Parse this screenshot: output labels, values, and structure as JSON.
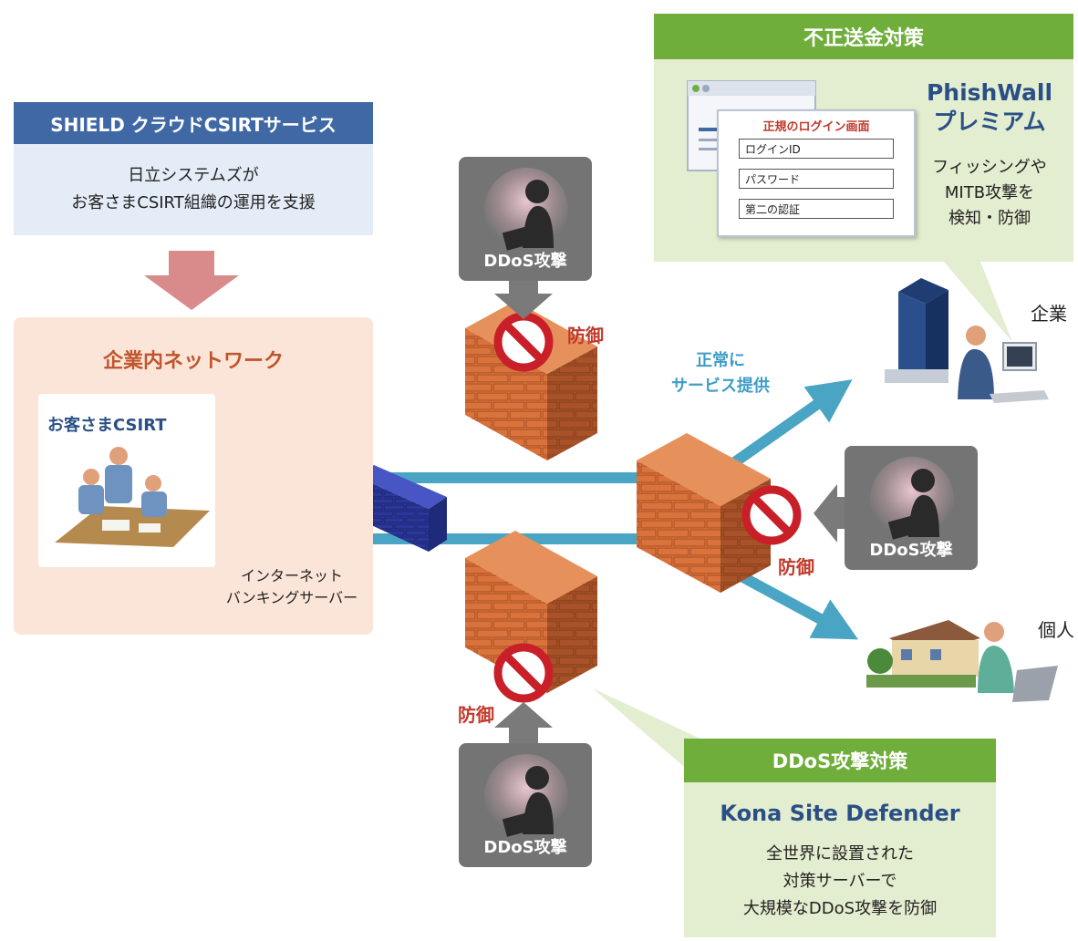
{
  "shield": {
    "title": "SHIELD クラウドCSIRTサービス",
    "line1": "日立システムズが",
    "line2": "お客さまCSIRT組織の運用を支援"
  },
  "network": {
    "title": "企業内ネットワーク",
    "csirt_label": "お客さまCSIRT",
    "server_line1": "インターネット",
    "server_line2": "バンキングサーバー"
  },
  "fraud": {
    "header": "不正送金対策",
    "product_line1": "PhishWall",
    "product_line2": "プレミアム",
    "desc_line1": "フィッシングや",
    "desc_line2": "MITB攻撃を",
    "desc_line3": "検知・防御",
    "login_title": "正規のログイン画面",
    "login_fields": [
      "ログインID",
      "パスワード",
      "第二の認証"
    ]
  },
  "ddos": {
    "header": "DDoS攻撃対策",
    "product": "Kona Site Defender",
    "desc_line1": "全世界に設置された",
    "desc_line2": "対策サーバーで",
    "desc_line3": "大規模なDDoS攻撃を防御"
  },
  "attack_label": "DDoS攻撃",
  "defense_label": "防御",
  "normal_service": {
    "line1": "正常に",
    "line2": "サービス提供"
  },
  "endpoints": {
    "enterprise": "企業",
    "individual": "個人"
  },
  "colors": {
    "shield_blue": "#3f68a4",
    "header_green": "#6fae3b",
    "panel_green": "#e3edcf",
    "network_peach": "#fbe5d8",
    "brick_orange": "#d9733b",
    "pipe_teal": "#4aa5c4",
    "defense_red": "#c0392b",
    "attacker_gray": "#747474"
  }
}
